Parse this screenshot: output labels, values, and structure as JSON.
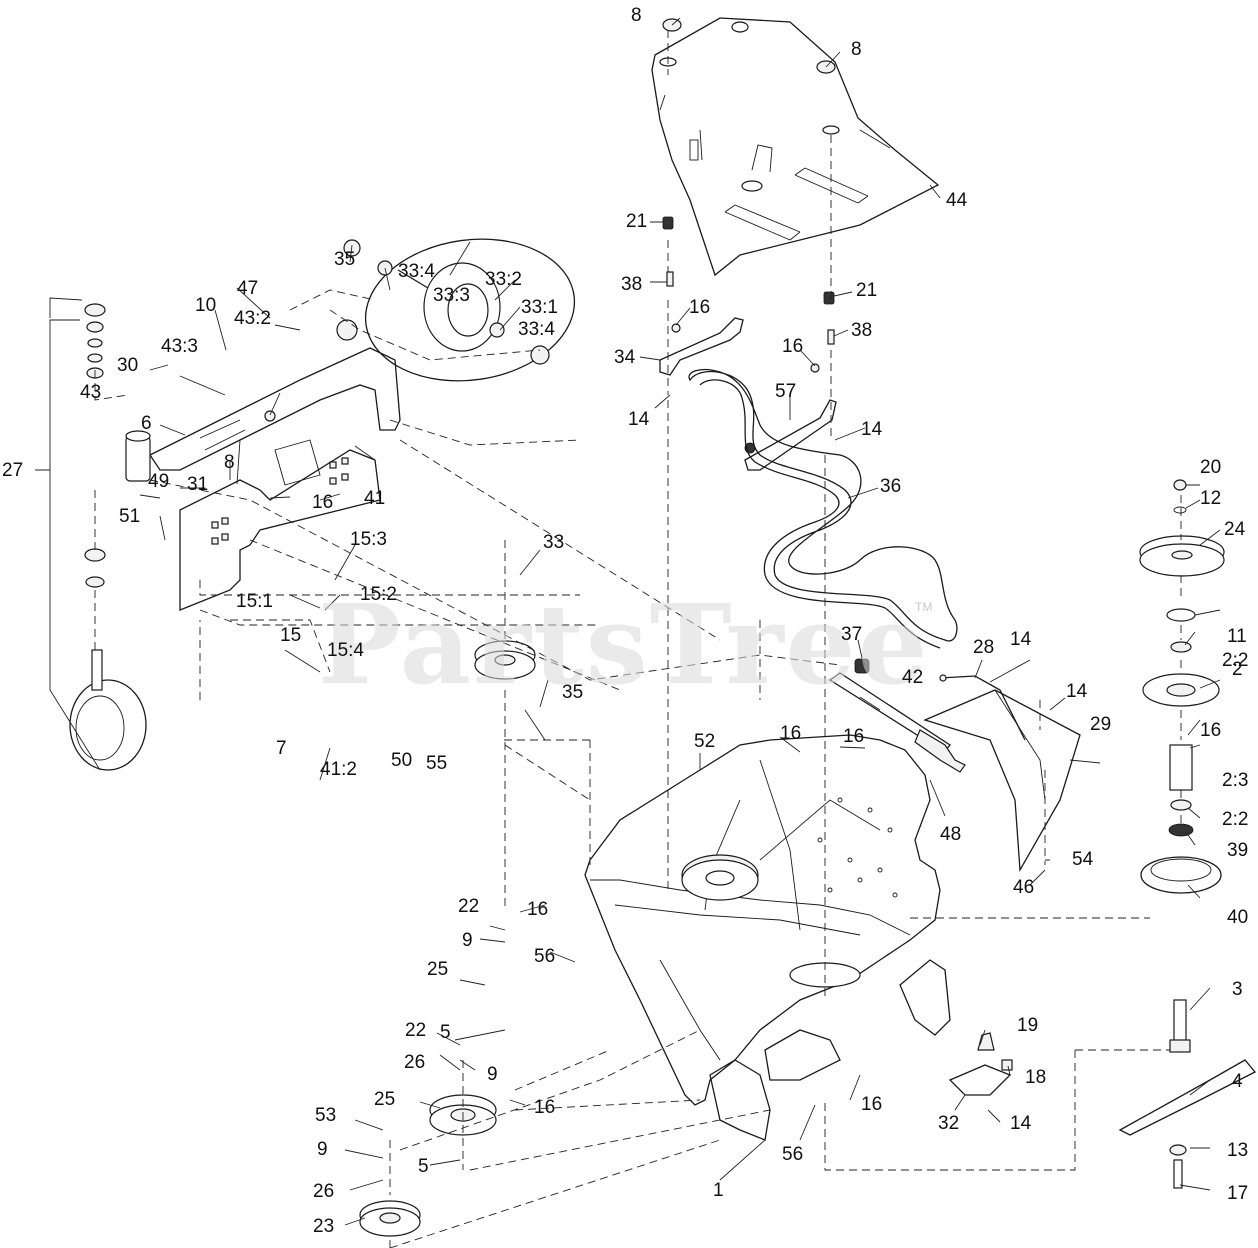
{
  "watermark": "PartsTree",
  "trademark": "TM",
  "callouts": [
    {
      "id": "c1",
      "text": "8"
    },
    {
      "id": "c2",
      "text": "8"
    },
    {
      "id": "c3",
      "text": "44"
    },
    {
      "id": "c4",
      "text": "21"
    },
    {
      "id": "c5",
      "text": "38"
    },
    {
      "id": "c6",
      "text": "21"
    },
    {
      "id": "c7",
      "text": "16"
    },
    {
      "id": "c8",
      "text": "38"
    },
    {
      "id": "c9",
      "text": "34"
    },
    {
      "id": "c10",
      "text": "16"
    },
    {
      "id": "c11",
      "text": "57"
    },
    {
      "id": "c12",
      "text": "14"
    },
    {
      "id": "c13",
      "text": "14"
    },
    {
      "id": "c14",
      "text": "36"
    },
    {
      "id": "c15",
      "text": "20"
    },
    {
      "id": "c16",
      "text": "12"
    },
    {
      "id": "c17",
      "text": "24"
    },
    {
      "id": "c18",
      "text": "33"
    },
    {
      "id": "c19",
      "text": "35"
    },
    {
      "id": "c20",
      "text": "33:4"
    },
    {
      "id": "c21",
      "text": "33:2"
    },
    {
      "id": "c22",
      "text": "33:3"
    },
    {
      "id": "c23",
      "text": "47"
    },
    {
      "id": "c24",
      "text": "33:1"
    },
    {
      "id": "c25",
      "text": "33:4"
    },
    {
      "id": "c26",
      "text": "37"
    },
    {
      "id": "c27",
      "text": "28"
    },
    {
      "id": "c28",
      "text": "14"
    },
    {
      "id": "c29",
      "text": "11"
    },
    {
      "id": "c30",
      "text": "2:2"
    },
    {
      "id": "c31",
      "text": "10"
    },
    {
      "id": "c32",
      "text": "43:2"
    },
    {
      "id": "c33",
      "text": "35"
    },
    {
      "id": "c34",
      "text": "42"
    },
    {
      "id": "c35",
      "text": "14"
    },
    {
      "id": "c36",
      "text": "2"
    },
    {
      "id": "c37",
      "text": "43:3"
    },
    {
      "id": "c38",
      "text": "30"
    },
    {
      "id": "c39",
      "text": "7"
    },
    {
      "id": "c40",
      "text": "55"
    },
    {
      "id": "c41",
      "text": "29"
    },
    {
      "id": "c42",
      "text": "52"
    },
    {
      "id": "c43",
      "text": "16"
    },
    {
      "id": "c44",
      "text": "16"
    },
    {
      "id": "c45",
      "text": "16"
    },
    {
      "id": "c46",
      "text": "43"
    },
    {
      "id": "c47",
      "text": "6"
    },
    {
      "id": "c48",
      "text": "8"
    },
    {
      "id": "c49",
      "text": "41:2"
    },
    {
      "id": "c50",
      "text": "50"
    },
    {
      "id": "c51",
      "text": "2:3"
    },
    {
      "id": "c52",
      "text": "27"
    },
    {
      "id": "c53",
      "text": "31"
    },
    {
      "id": "c54",
      "text": "48"
    },
    {
      "id": "c55",
      "text": "2:2"
    },
    {
      "id": "c56",
      "text": "49"
    },
    {
      "id": "c57",
      "text": "41"
    },
    {
      "id": "c58",
      "text": "39"
    },
    {
      "id": "c59",
      "text": "54"
    },
    {
      "id": "c60",
      "text": "16"
    },
    {
      "id": "c61",
      "text": "46"
    },
    {
      "id": "c62",
      "text": "51"
    },
    {
      "id": "c63",
      "text": "22"
    },
    {
      "id": "c64",
      "text": "16"
    },
    {
      "id": "c65",
      "text": "40"
    },
    {
      "id": "c66",
      "text": "9"
    },
    {
      "id": "c67",
      "text": "15:3"
    },
    {
      "id": "c68",
      "text": "56"
    },
    {
      "id": "c69",
      "text": "25"
    },
    {
      "id": "c70",
      "text": "15:1"
    },
    {
      "id": "c71",
      "text": "15:2"
    },
    {
      "id": "c72",
      "text": "3"
    },
    {
      "id": "c73",
      "text": "15"
    },
    {
      "id": "c74",
      "text": "15:4"
    },
    {
      "id": "c75",
      "text": "5"
    },
    {
      "id": "c76",
      "text": "19"
    },
    {
      "id": "c77",
      "text": "22"
    },
    {
      "id": "c78",
      "text": "18"
    },
    {
      "id": "c79",
      "text": "9"
    },
    {
      "id": "c80",
      "text": "4"
    },
    {
      "id": "c81",
      "text": "26"
    },
    {
      "id": "c82",
      "text": "16"
    },
    {
      "id": "c83",
      "text": "25"
    },
    {
      "id": "c84",
      "text": "16"
    },
    {
      "id": "c85",
      "text": "53"
    },
    {
      "id": "c86",
      "text": "32"
    },
    {
      "id": "c87",
      "text": "14"
    },
    {
      "id": "c88",
      "text": "9"
    },
    {
      "id": "c89",
      "text": "13"
    },
    {
      "id": "c90",
      "text": "56"
    },
    {
      "id": "c91",
      "text": "5"
    },
    {
      "id": "c92",
      "text": "26"
    },
    {
      "id": "c93",
      "text": "1"
    },
    {
      "id": "c94",
      "text": "17"
    },
    {
      "id": "c95",
      "text": "23"
    }
  ]
}
